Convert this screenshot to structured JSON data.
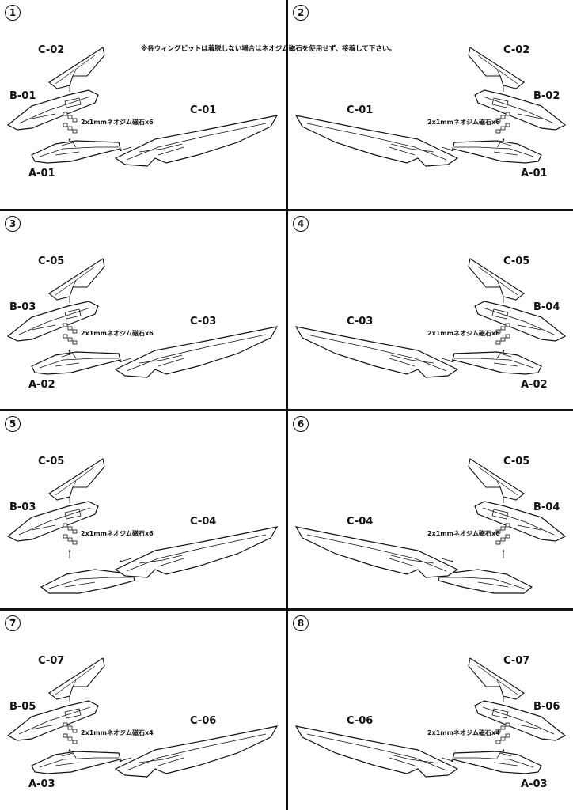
{
  "note": "※各ウィングビットは着脱しない場合はネオジム磁石を使用せず、接着して下さい。",
  "panels": [
    {
      "step": "1",
      "top": "C-02",
      "mid": "B-01",
      "bot": "A-01",
      "wing": "C-01",
      "magnet": "2x1mmネオジム磁石x6"
    },
    {
      "step": "2",
      "top": "C-02",
      "mid": "B-02",
      "bot": "A-01",
      "wing": "C-01",
      "magnet": "2x1mmネオジム磁石x6"
    },
    {
      "step": "3",
      "top": "C-05",
      "mid": "B-03",
      "bot": "A-02",
      "wing": "C-03",
      "magnet": "2x1mmネオジム磁石x6"
    },
    {
      "step": "4",
      "top": "C-05",
      "mid": "B-04",
      "bot": "A-02",
      "wing": "C-03",
      "magnet": "2x1mmネオジム磁石x6"
    },
    {
      "step": "5",
      "top": "C-05",
      "mid": "B-03",
      "bot": "",
      "wing": "C-04",
      "magnet": "2x1mmネオジム磁石x6"
    },
    {
      "step": "6",
      "top": "C-05",
      "mid": "B-04",
      "bot": "",
      "wing": "C-04",
      "magnet": "2x1mmネオジム磁石x6"
    },
    {
      "step": "7",
      "top": "C-07",
      "mid": "B-05",
      "bot": "A-03",
      "wing": "C-06",
      "magnet": "2x1mmネオジム磁石x4"
    },
    {
      "step": "8",
      "top": "C-07",
      "mid": "B-06",
      "bot": "A-03",
      "wing": "C-06",
      "magnet": "2x1mmネオジム磁石x4"
    }
  ]
}
